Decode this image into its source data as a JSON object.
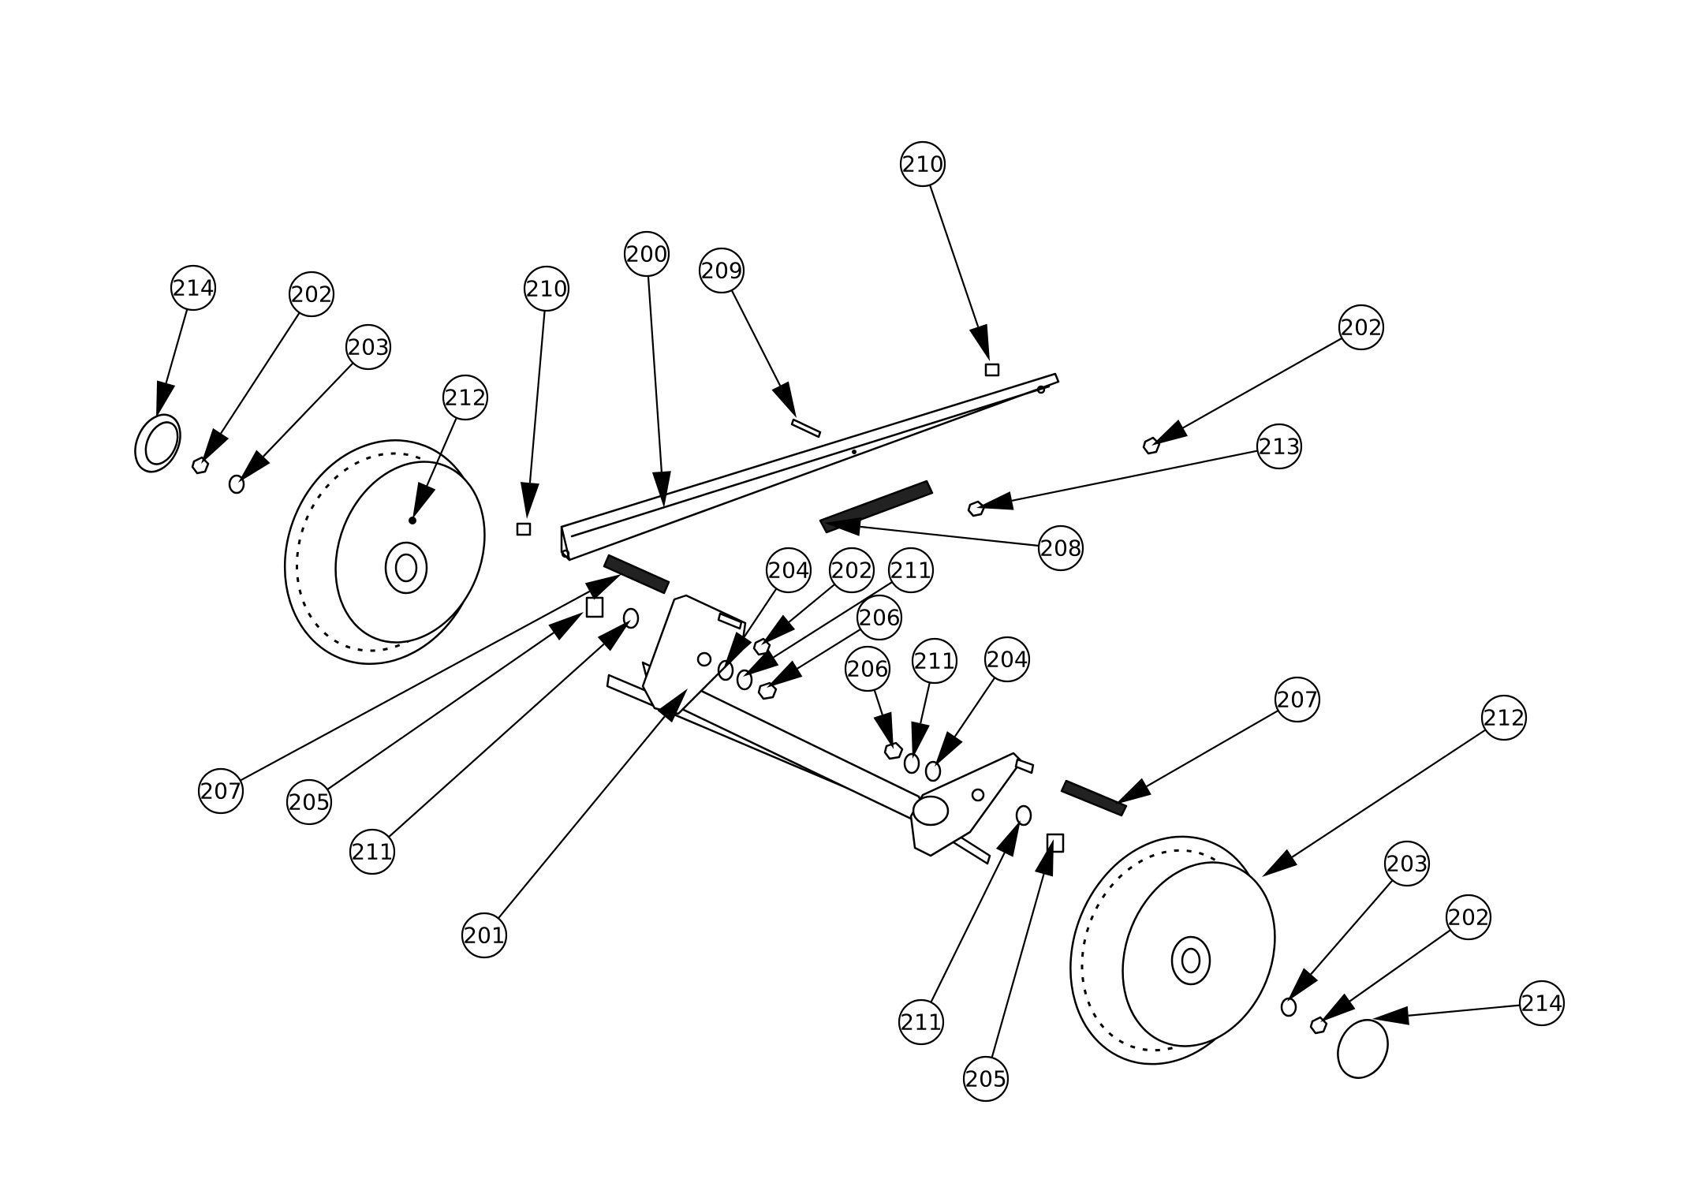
{
  "callouts": [
    {
      "id": "c214a",
      "label": "214"
    },
    {
      "id": "c202a",
      "label": "202"
    },
    {
      "id": "c203a",
      "label": "203"
    },
    {
      "id": "c212a",
      "label": "212"
    },
    {
      "id": "c210a",
      "label": "210"
    },
    {
      "id": "c200",
      "label": "200"
    },
    {
      "id": "c209",
      "label": "209"
    },
    {
      "id": "c210b",
      "label": "210"
    },
    {
      "id": "c202b",
      "label": "202"
    },
    {
      "id": "c213",
      "label": "213"
    },
    {
      "id": "c208",
      "label": "208"
    },
    {
      "id": "c204a",
      "label": "204"
    },
    {
      "id": "c202c",
      "label": "202"
    },
    {
      "id": "c211a",
      "label": "211"
    },
    {
      "id": "c206a",
      "label": "206"
    },
    {
      "id": "c206b",
      "label": "206"
    },
    {
      "id": "c211b",
      "label": "211"
    },
    {
      "id": "c204b",
      "label": "204"
    },
    {
      "id": "c207a",
      "label": "207"
    },
    {
      "id": "c212b",
      "label": "212"
    },
    {
      "id": "c207b",
      "label": "207"
    },
    {
      "id": "c205a",
      "label": "205"
    },
    {
      "id": "c211c",
      "label": "211"
    },
    {
      "id": "c201",
      "label": "201"
    },
    {
      "id": "c211d",
      "label": "211"
    },
    {
      "id": "c205b",
      "label": "205"
    },
    {
      "id": "c203b",
      "label": "203"
    },
    {
      "id": "c202d",
      "label": "202"
    },
    {
      "id": "c214b",
      "label": "214"
    }
  ]
}
